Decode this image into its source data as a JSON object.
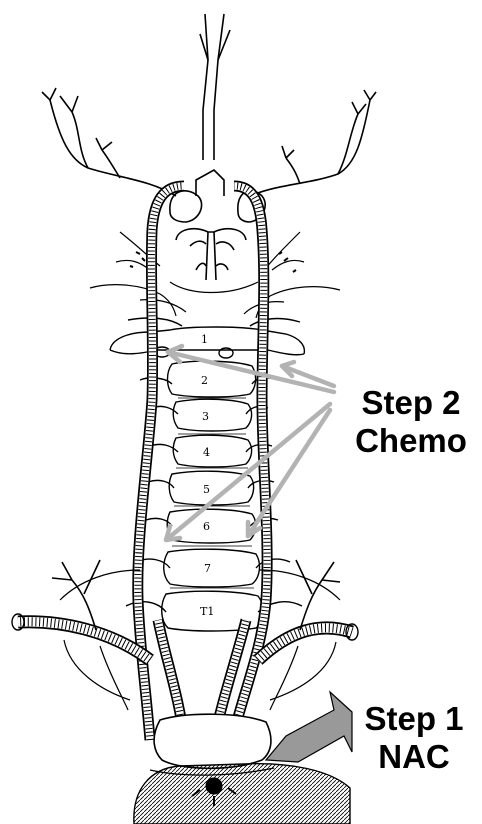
{
  "labels": {
    "step2": {
      "line1": "Step 2",
      "line2": "Chemo"
    },
    "step1": {
      "line1": "Step 1",
      "line2": "NAC"
    }
  },
  "vertebrae": [
    "1",
    "2",
    "3",
    "4",
    "5",
    "6",
    "7",
    "T1"
  ],
  "colors": {
    "ink": "#000000",
    "arrow": "#b3b3b3",
    "big_arrow_fill": "#999999",
    "background": "#ffffff"
  }
}
